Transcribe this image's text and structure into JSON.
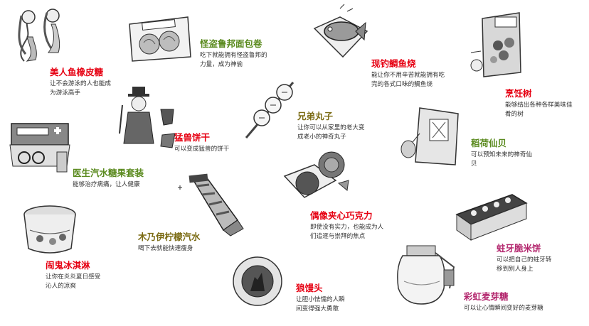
{
  "colors": {
    "red": "#e60012",
    "green": "#5a8a1e",
    "olive": "#7a6a12",
    "magenta": "#b3266d",
    "gray": "#cfcfcf",
    "dark": "#333333"
  },
  "items": [
    {
      "title": "美人鱼橡皮糖",
      "desc": [
        "让不会游泳的人也能成",
        "为游泳高手"
      ],
      "color": "red",
      "icon": "mermaid-gummy-icon"
    },
    {
      "title": "怪盗鲁邦面包卷",
      "desc": [
        "吃下就能拥有怪盗鲁邦的",
        "力量，成为神偷"
      ],
      "color": "green",
      "icon": "bread-roll-pack-icon"
    },
    {
      "title": "现钓鲷鱼烧",
      "desc": [
        "能让你不用辛苦就能拥有吃",
        "完的各式口味的鲷鱼烧"
      ],
      "color": "red",
      "icon": "taiyaki-icon"
    },
    {
      "title": "烹饪树",
      "desc": [
        "能够结出各种各样美味佳",
        "肴的树"
      ],
      "color": "red",
      "icon": "cooking-tree-box-icon"
    },
    {
      "title": "猛兽饼干",
      "desc": [
        "可以变成猛兽的饼干"
      ],
      "color": "red",
      "icon": "beast-cookie-icon"
    },
    {
      "title": "兄弟丸子",
      "desc": [
        "让你可以从家里的老大变",
        "成老小的神奇丸子"
      ],
      "color": "olive",
      "icon": "dango-skewer-icon"
    },
    {
      "title": "稻荷仙贝",
      "desc": [
        "可以预知未来的神奇仙",
        "贝"
      ],
      "color": "green",
      "icon": "senbei-bag-icon"
    },
    {
      "title": "医生汽水糖果套装",
      "desc": [
        "能够治疗病痛，让人健康"
      ],
      "color": "green",
      "icon": "doctor-kit-icon"
    },
    {
      "title": "偶像夹心巧克力",
      "desc": [
        "即使没有实力，也能成为人",
        "们追逐与崇拜的焦点"
      ],
      "color": "red",
      "icon": "idol-chocolate-icon"
    },
    {
      "title": "木乃伊柠檬汽水",
      "desc": [
        "喝下去就能快速瘦身"
      ],
      "color": "olive",
      "icon": "mummy-soda-icon"
    },
    {
      "title": "蛀牙脆米饼",
      "desc": [
        "可以把自己的蛀牙转",
        "移到别人身上"
      ],
      "color": "magenta",
      "icon": "rice-cracker-box-icon"
    },
    {
      "title": "闹鬼冰淇淋",
      "desc": [
        "让你在炎炎夏日感受",
        "沁人的凉爽"
      ],
      "color": "red",
      "icon": "ice-cream-tub-icon"
    },
    {
      "title": "狼馒头",
      "desc": [
        "让胆小怯懦的人瞬",
        "间变得强大勇敢"
      ],
      "color": "red",
      "icon": "wolf-bun-icon"
    },
    {
      "title": "彩虹麦芽糖",
      "desc": [
        "可以让心情瞬间变好的麦芽糖"
      ],
      "color": "magenta",
      "icon": "maltose-jar-icon"
    }
  ]
}
